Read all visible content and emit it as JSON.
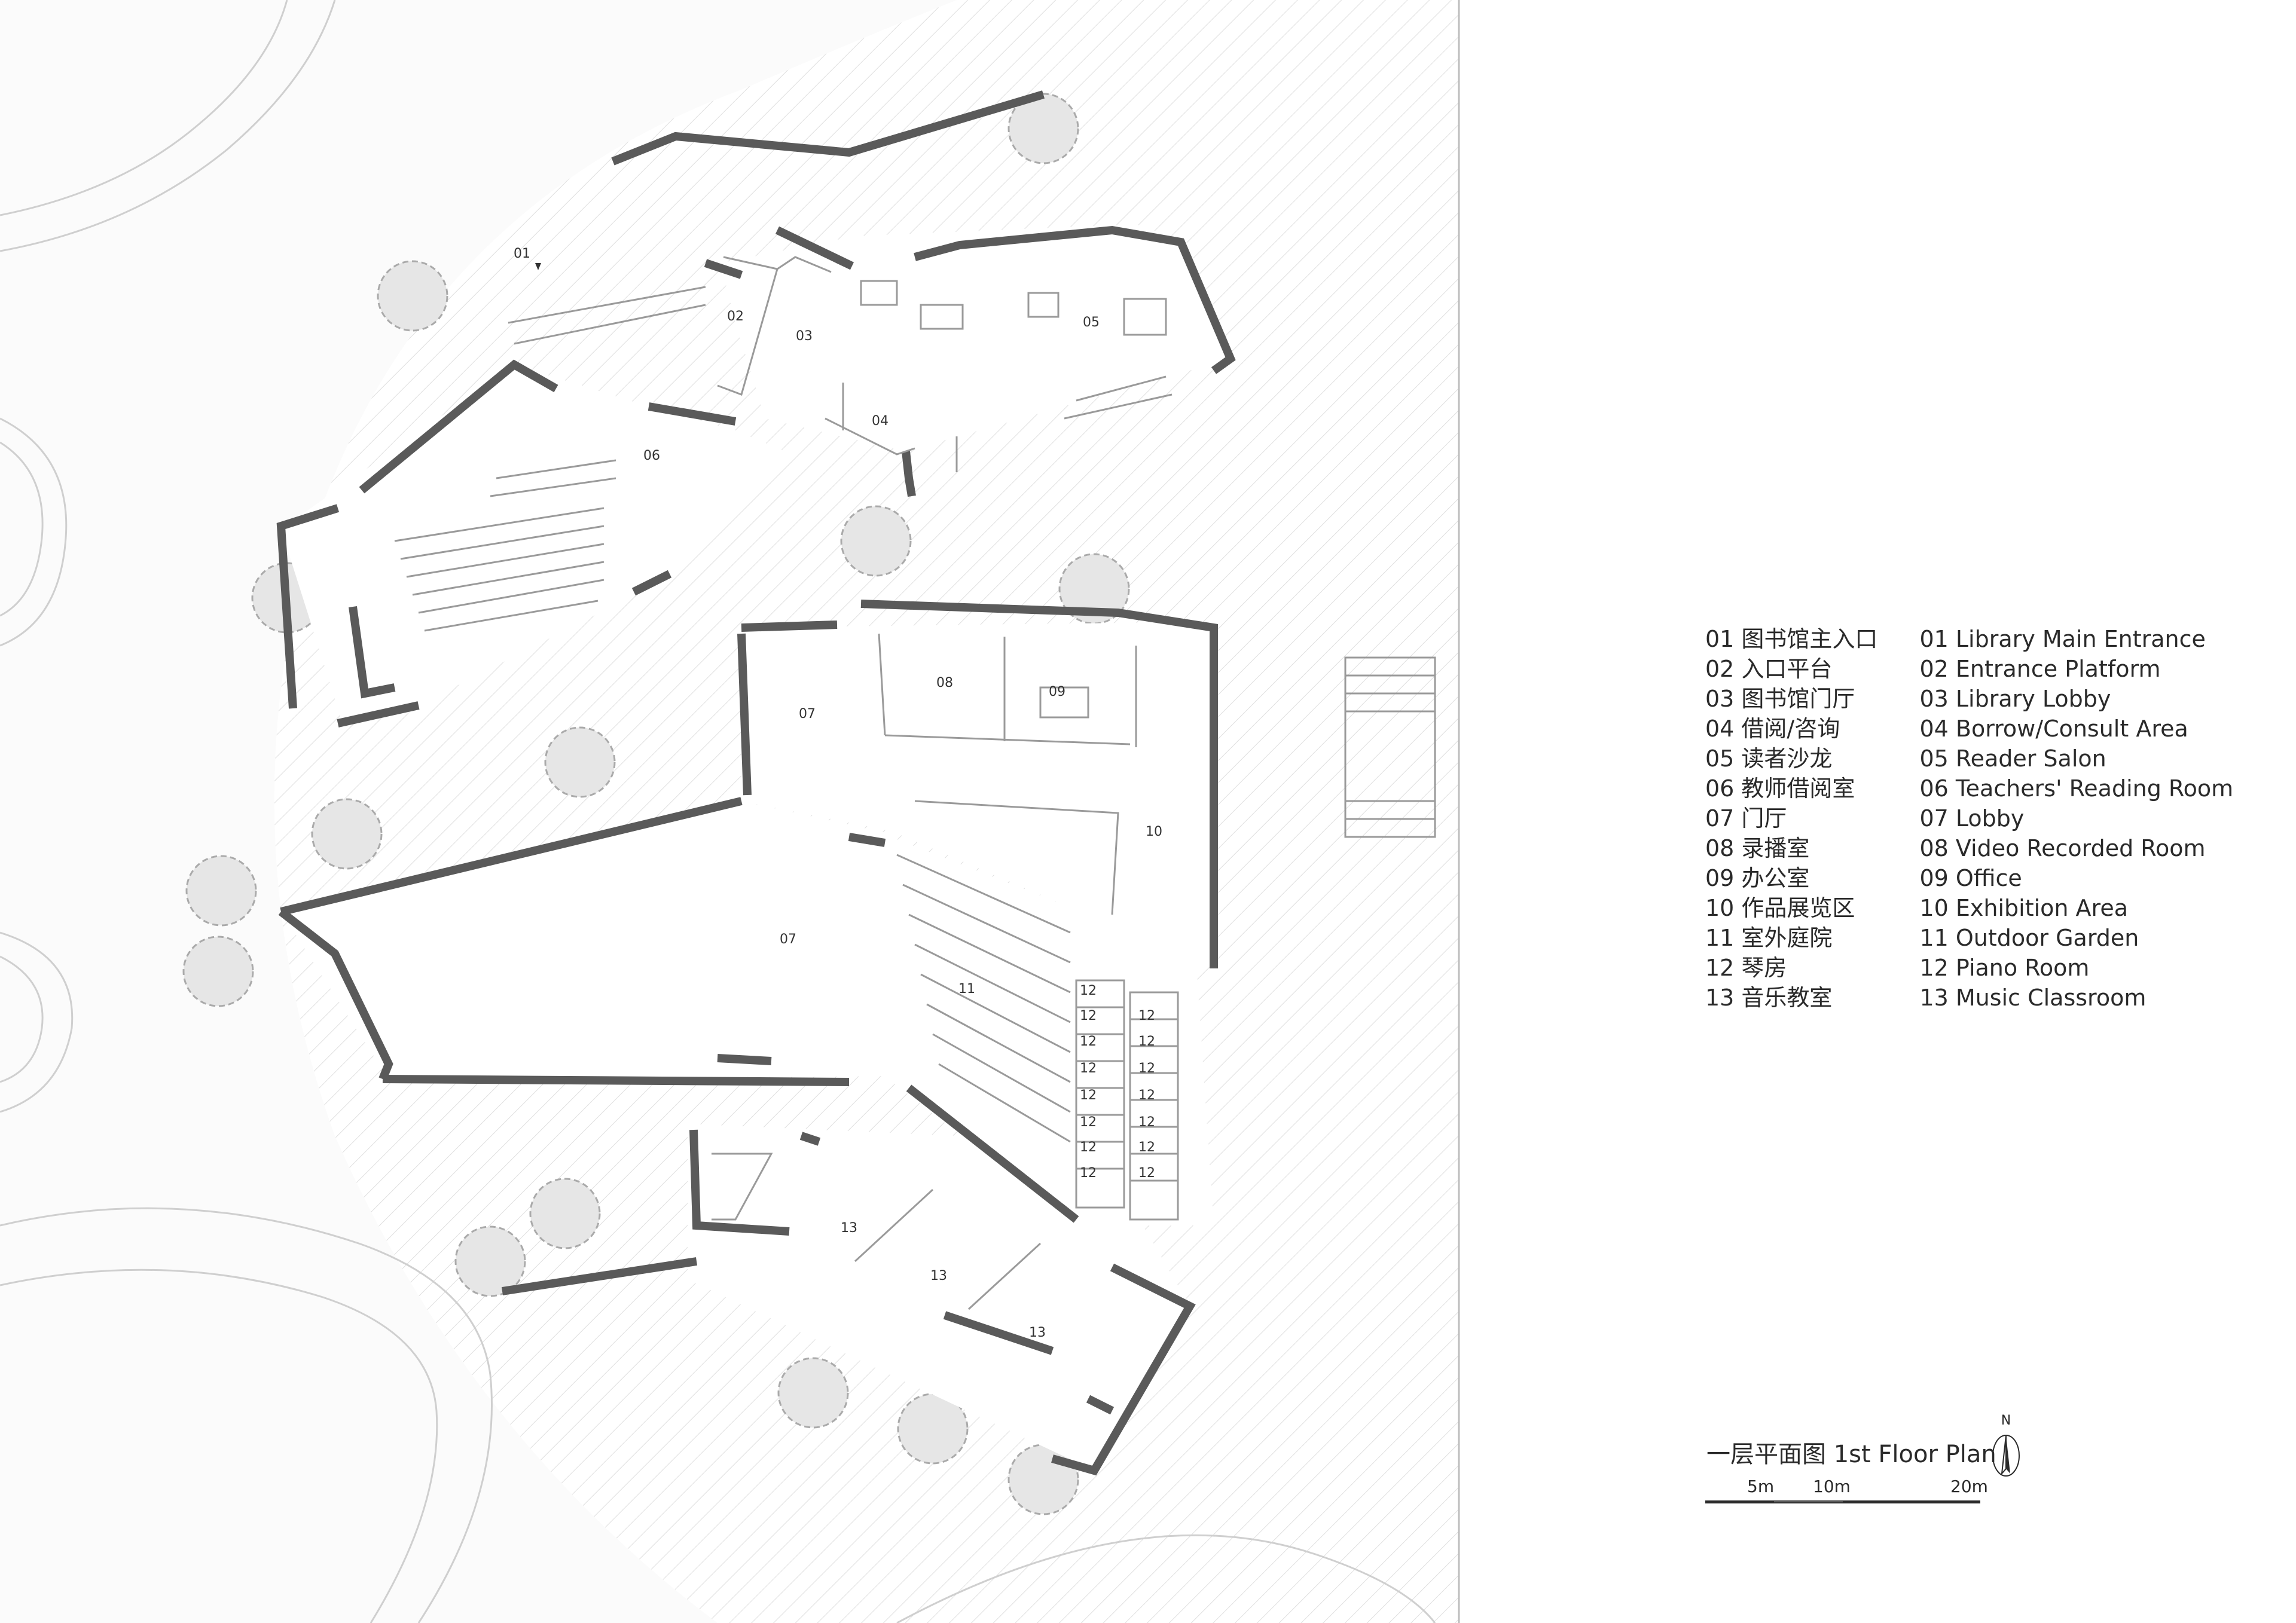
{
  "plan": {
    "entrance_marker": "01",
    "rooms": [
      {
        "id": "02",
        "label": "02"
      },
      {
        "id": "03",
        "label": "03"
      },
      {
        "id": "04",
        "label": "04"
      },
      {
        "id": "05",
        "label": "05"
      },
      {
        "id": "06",
        "label": "06"
      },
      {
        "id": "07a",
        "label": "07"
      },
      {
        "id": "08",
        "label": "08"
      },
      {
        "id": "09",
        "label": "09"
      },
      {
        "id": "10",
        "label": "10"
      },
      {
        "id": "07b",
        "label": "07"
      },
      {
        "id": "11",
        "label": "11"
      },
      {
        "id": "12",
        "label": "12"
      },
      {
        "id": "13",
        "label": "13"
      }
    ]
  },
  "legend": {
    "chinese": [
      "01 图书馆主入口",
      "02 入口平台",
      "03 图书馆门厅",
      "04 借阅/咨询",
      "05 读者沙龙",
      "06 教师借阅室",
      "07 门厅",
      "08 录播室",
      "09 办公室",
      "10 作品展览区",
      "11 室外庭院",
      "12 琴房",
      "13 音乐教室"
    ],
    "english": [
      "01 Library Main Entrance",
      "02 Entrance Platform",
      "03 Library Lobby",
      "04 Borrow/Consult Area",
      "05 Reader Salon",
      "06 Teachers' Reading Room",
      "07 Lobby",
      "08 Video Recorded Room",
      "09 Office",
      "10 Exhibition Area",
      "11 Outdoor Garden",
      "12 Piano Room",
      "13 Music Classroom"
    ]
  },
  "title": "一层平面图 1st Floor Plan",
  "scale_bar": {
    "labels": [
      "5m",
      "10m",
      "20m"
    ]
  },
  "north_label": "N",
  "colors": {
    "wall": "#5a5a5a",
    "line": "#9a9a9a",
    "text": "#2a2a2a"
  }
}
